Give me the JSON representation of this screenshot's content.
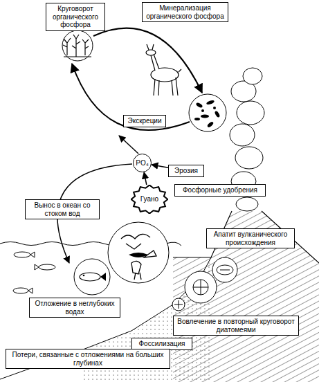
{
  "diagram": {
    "nodes": [
      {
        "text": [
          "Круговорот органического фосфора"
        ]
      },
      {
        "text": [
          "Минерализация органического фосфора"
        ]
      },
      {
        "text": [
          "Экскреции"
        ]
      },
      {
        "text": [
          "PO₄"
        ]
      },
      {
        "text": [
          "Эрозия"
        ]
      },
      {
        "text": [
          "Вынос в океан со стоком вод"
        ]
      },
      {
        "text": [
          "Гуано"
        ]
      },
      {
        "text": [
          "Фосфорные удобрения"
        ]
      },
      {
        "text": [
          "Апатит вулканического происхождения"
        ]
      },
      {
        "text": [
          "Отложение в неглубоких водах"
        ]
      },
      {
        "text": [
          "Вовлечение в повторный круговорот диатомеями"
        ]
      },
      {
        "text": [
          "Фоссилизация"
        ]
      },
      {
        "text": [
          "Потери, связанные с отложениями на больших глубинах"
        ]
      }
    ],
    "edges": [
      {
        "from": 6,
        "to": 3,
        "arrow": "to"
      },
      {
        "from": 4,
        "to": 3,
        "arrow": "to"
      }
    ]
  }
}
